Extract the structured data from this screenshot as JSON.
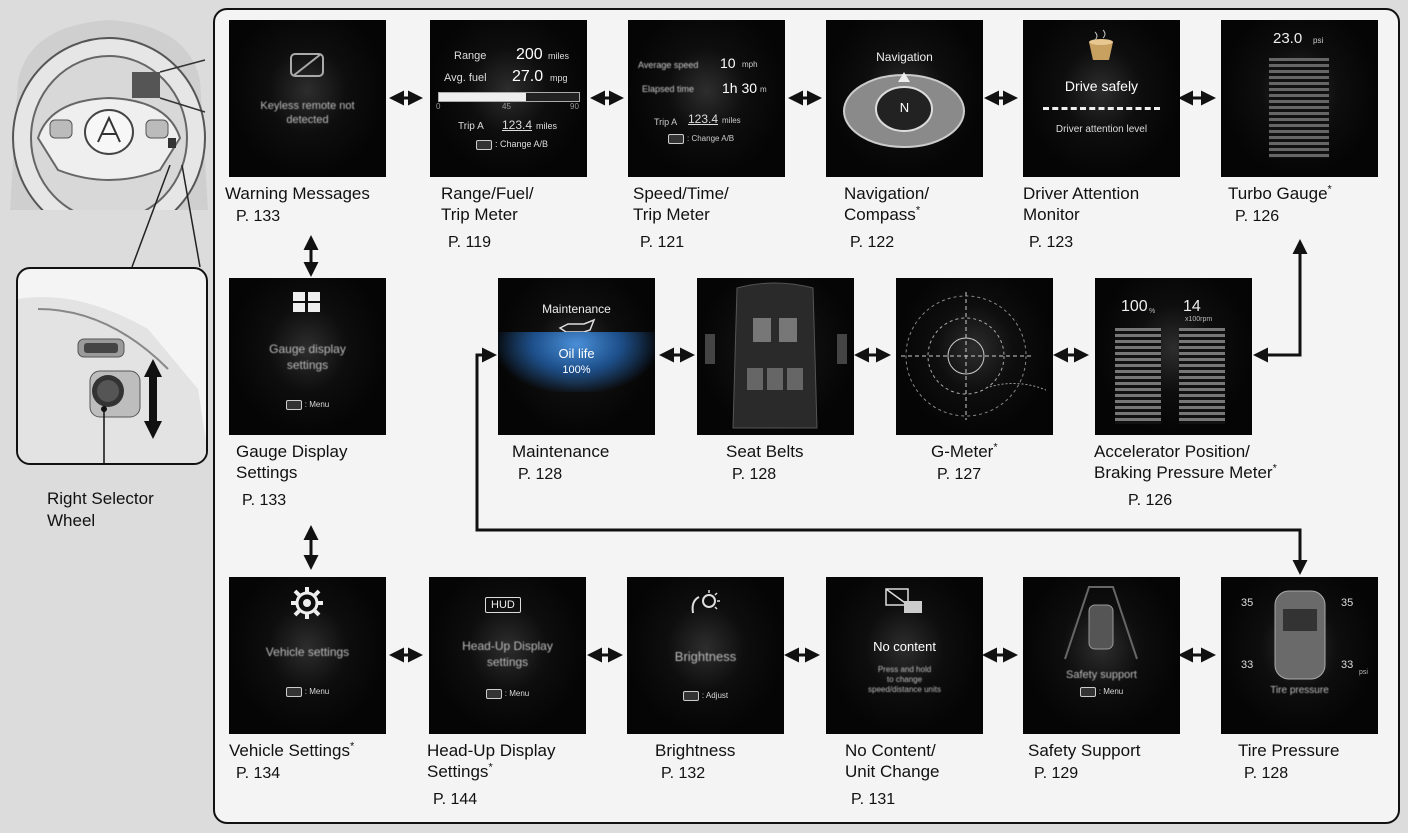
{
  "selector": {
    "label_line1": "Right Selector",
    "label_line2": "Wheel"
  },
  "screens": [
    {
      "id": "warning",
      "title_lines": [
        "Warning Messages"
      ],
      "asterisk": false,
      "page": "P. 133",
      "screen_text": [
        "Keyless remote not",
        "detected"
      ]
    },
    {
      "id": "range",
      "title_lines": [
        "Range/Fuel/",
        "Trip Meter"
      ],
      "asterisk": false,
      "page": "P. 119",
      "screen_text": {
        "range_label": "Range",
        "range_value": "200",
        "range_unit": "miles",
        "fuel_label": "Avg. fuel",
        "fuel_value": "27.0",
        "fuel_unit": "mpg",
        "scale": [
          "0",
          "45",
          "90"
        ],
        "trip_label": "Trip A",
        "trip_value": "123.4",
        "trip_unit": "miles",
        "change": ": Change A/B"
      }
    },
    {
      "id": "speed",
      "title_lines": [
        "Speed/Time/",
        "Trip Meter"
      ],
      "asterisk": false,
      "page": "P. 121",
      "screen_text": {
        "line1_label": "Average speed",
        "line1_value": "10",
        "line1_unit": "mph",
        "line2_label": "Elapsed time",
        "line2_value": "1h 30",
        "line2_unit": "m",
        "trip_label": "Trip A",
        "trip_value": "123.4",
        "trip_unit": "miles",
        "change": ": Change A/B"
      }
    },
    {
      "id": "navigation",
      "title_lines": [
        "Navigation/",
        "Compass"
      ],
      "asterisk": true,
      "page": "P. 122",
      "screen_text": {
        "title": "Navigation",
        "heading": "N"
      }
    },
    {
      "id": "driver-attention",
      "title_lines": [
        "Driver Attention",
        "Monitor"
      ],
      "asterisk": false,
      "page": "P. 123",
      "screen_text": {
        "title": "Drive safely",
        "level": "Driver attention level"
      }
    },
    {
      "id": "turbo",
      "title_lines": [
        "Turbo Gauge"
      ],
      "asterisk": true,
      "page": "P. 126",
      "screen_text": {
        "value": "23.0",
        "unit": "psi"
      }
    },
    {
      "id": "gauge-settings",
      "title_lines": [
        "Gauge Display",
        "Settings"
      ],
      "asterisk": false,
      "page": "P. 133",
      "screen_text": {
        "title_lines": [
          "Gauge display",
          "settings"
        ],
        "menu": ": Menu"
      }
    },
    {
      "id": "maintenance",
      "title_lines": [
        "Maintenance"
      ],
      "asterisk": false,
      "page": "P. 128",
      "screen_text": {
        "title": "Maintenance",
        "oil": "Oil life",
        "percent": "100%"
      }
    },
    {
      "id": "seat-belts",
      "title_lines": [
        "Seat Belts"
      ],
      "asterisk": false,
      "page": "P. 128",
      "screen_text": {}
    },
    {
      "id": "g-meter",
      "title_lines": [
        "G-Meter"
      ],
      "asterisk": true,
      "page": "P. 127",
      "screen_text": {}
    },
    {
      "id": "accelerator",
      "title_lines": [
        "Accelerator Position/",
        "Braking Pressure Meter"
      ],
      "asterisk": true,
      "page": "P. 126",
      "screen_text": {
        "left_value": "100",
        "left_unit": "%",
        "right_value": "14",
        "right_unit": "x100rpm"
      }
    },
    {
      "id": "vehicle-settings",
      "title_lines": [
        "Vehicle Settings"
      ],
      "asterisk": true,
      "page": "P. 134",
      "screen_text": {
        "title": "Vehicle settings",
        "menu": ": Menu"
      }
    },
    {
      "id": "hud-settings",
      "title_lines": [
        "Head-Up Display",
        "Settings"
      ],
      "asterisk": true,
      "page": "P. 144",
      "screen_text": {
        "badge": "HUD",
        "title_lines": [
          "Head-Up Display",
          "settings"
        ],
        "menu": ": Menu"
      }
    },
    {
      "id": "brightness",
      "title_lines": [
        "Brightness"
      ],
      "asterisk": false,
      "page": "P. 132",
      "screen_text": {
        "title": "Brightness",
        "adjust": ": Adjust"
      }
    },
    {
      "id": "no-content",
      "title_lines": [
        "No Content/",
        "Unit Change"
      ],
      "asterisk": false,
      "page": "P. 131",
      "screen_text": {
        "title": "No content",
        "hint_lines": [
          "Press and hold",
          "to change",
          "speed/distance units"
        ]
      }
    },
    {
      "id": "safety-support",
      "title_lines": [
        "Safety Support"
      ],
      "asterisk": false,
      "page": "P. 129",
      "screen_text": {
        "title": "Safety support",
        "menu": ": Menu"
      }
    },
    {
      "id": "tire-pressure",
      "title_lines": [
        "Tire Pressure"
      ],
      "asterisk": false,
      "page": "P. 128",
      "screen_text": {
        "fl": "35",
        "fr": "35",
        "rl": "33",
        "rr": "33",
        "unit": "psi",
        "title": "Tire pressure"
      }
    }
  ],
  "colors": {
    "frame": "#111111",
    "background": "#f4f4f4",
    "screen": "#050505"
  }
}
